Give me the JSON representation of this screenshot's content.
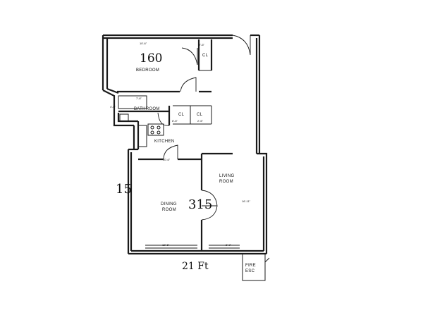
{
  "rooms": {
    "bedroom": "BEDROOM",
    "bathroom": "BATHROOM",
    "kitchen": "KITCHEN",
    "living_room": [
      "LIVING",
      "ROOM"
    ],
    "dining_room": [
      "DINING",
      "ROOM"
    ],
    "fire_escape": [
      "FIRE",
      "ESC"
    ]
  },
  "closets": [
    "CL",
    "CL",
    "CL"
  ],
  "dimensions": {
    "bedroom_width": "10'-6\"",
    "bathroom_width": "7'-6\"",
    "kitchen_width": "10'-6\"",
    "dining_width": "12'-6\"",
    "living_length": "16'-11\"",
    "closet_a": "2'-6\"",
    "closet_b": "2'-6\"",
    "misc_a": "4'-6\"",
    "misc_b": "8'-6\"",
    "misc_c": "8'-0\""
  },
  "annotations": {
    "bedroom_area": "160",
    "main_area": "315",
    "overall_width": "21 Ft",
    "overall_depth": "15"
  }
}
